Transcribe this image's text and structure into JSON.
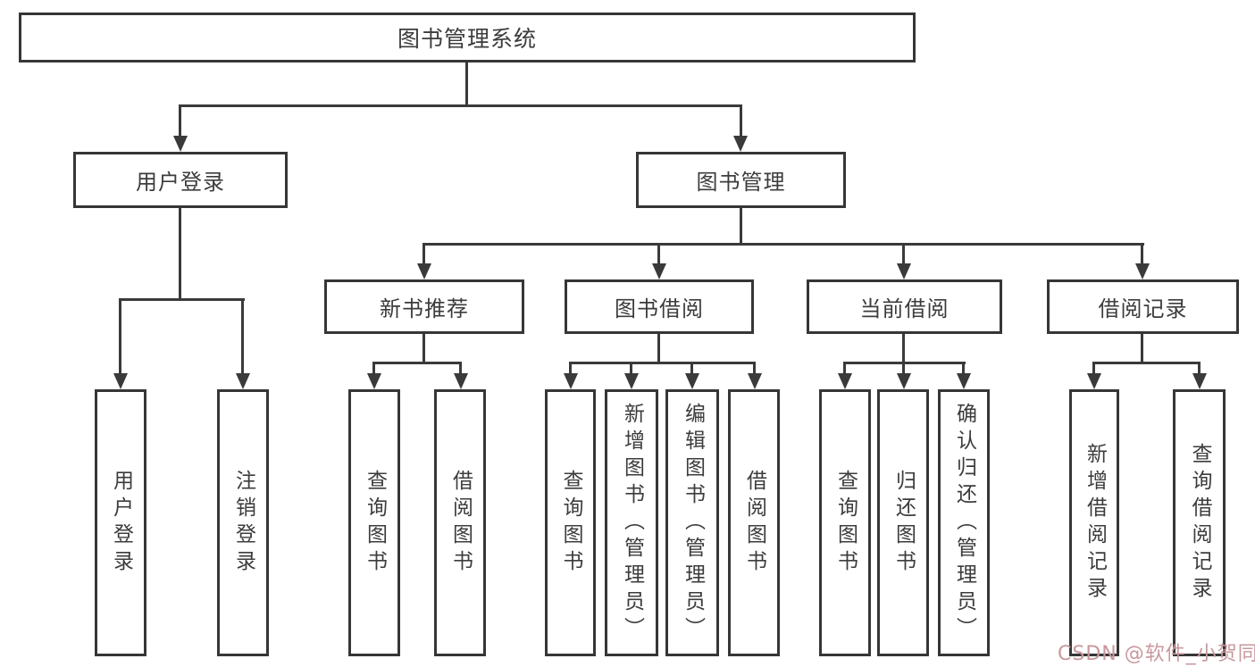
{
  "tree": {
    "label": "图书管理系统",
    "children": [
      {
        "label": "用户登录",
        "children": [
          {
            "label": "用户登录"
          },
          {
            "label": "注销登录"
          }
        ]
      },
      {
        "label": "图书管理",
        "children": [
          {
            "label": "新书推荐",
            "children": [
              {
                "label": "查询图书"
              },
              {
                "label": "借阅图书"
              }
            ]
          },
          {
            "label": "图书借阅",
            "children": [
              {
                "label": "查询图书"
              },
              {
                "label": "新增图书（管理员）"
              },
              {
                "label": "编辑图书（管理员）"
              },
              {
                "label": "借阅图书"
              }
            ]
          },
          {
            "label": "当前借阅",
            "children": [
              {
                "label": "查询图书"
              },
              {
                "label": "归还图书"
              },
              {
                "label": "确认归还（管理员）"
              }
            ]
          },
          {
            "label": "借阅记录",
            "children": [
              {
                "label": "新增借阅记录"
              },
              {
                "label": "查询借阅记录"
              }
            ]
          }
        ]
      }
    ]
  },
  "watermark": {
    "text": "CSDN @软件_小贺同学"
  },
  "colors": {
    "line": "#3a3a3a",
    "border": "#363636",
    "text": "#3c3c3c",
    "watermark": "#c8989e",
    "background": "#ffffff"
  }
}
